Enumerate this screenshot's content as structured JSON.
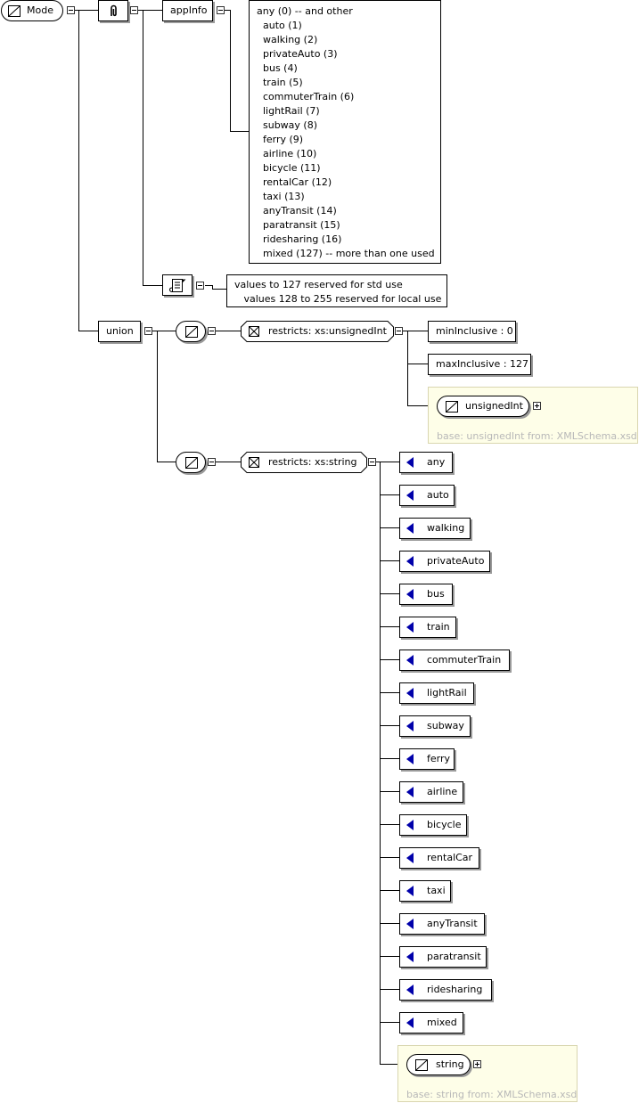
{
  "root": {
    "label": "Mode"
  },
  "annotation": {
    "appinfo_label": "appInfo",
    "appinfo_lines": [
      "any (0) -- and other",
      "  auto (1)",
      "  walking (2)",
      "  privateAuto (3)",
      "  bus (4)",
      "  train (5)",
      "  commuterTrain (6)",
      "  lightRail (7)",
      "  subway (8)",
      "  ferry (9)",
      "  airline (10)",
      "  bicycle (11)",
      "  rentalCar (12)",
      "  taxi (13)",
      "  anyTransit (14)",
      "  paratransit (15)",
      "  ridesharing (16)",
      "  mixed (127) -- more than one used"
    ],
    "documentation_lines": [
      "values to 127 reserved for std use",
      "   values 128 to 255 reserved for local use"
    ]
  },
  "union": {
    "label": "union"
  },
  "unsigned_branch": {
    "restricts": "restricts: xs:unsignedInt",
    "facets": [
      "minInclusive : 0",
      "maxInclusive : 127"
    ],
    "base_type": "unsignedInt",
    "base_note": "base: unsignedInt from: XMLSchema.xsd"
  },
  "string_branch": {
    "restricts": "restricts: xs:string",
    "enumerations": [
      "any",
      "auto",
      "walking",
      "privateAuto",
      "bus",
      "train",
      "commuterTrain",
      "lightRail",
      "subway",
      "ferry",
      "airline",
      "bicycle",
      "rentalCar",
      "taxi",
      "anyTransit",
      "paratransit",
      "ridesharing",
      "mixed"
    ],
    "base_type": "string",
    "base_note": "base: string from: XMLSchema.xsd"
  },
  "colors": {
    "enum_arrow": "#0000aa",
    "base_panel": "#fefee8",
    "base_note_text": "#b8b8b8"
  },
  "icons": [
    "simple-type-icon",
    "annotation-icon",
    "documentation-icon",
    "restriction-icon",
    "enumeration-arrow-icon",
    "collapse-icon",
    "expand-icon"
  ]
}
